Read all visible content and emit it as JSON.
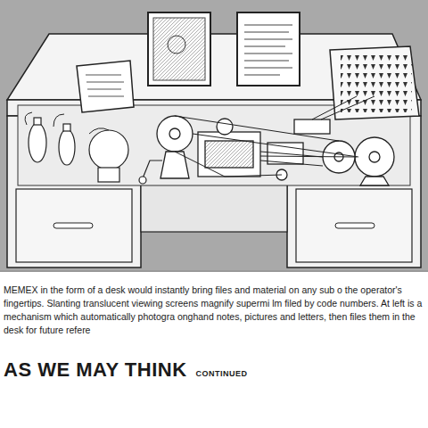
{
  "diagram": {
    "title": "AS WE MAY THINK",
    "caption": "MEMEX in the form of a desk would instantly bring files and material on any sub o the operator's fingertips. Slanting translucent viewing screens magnify supermi lm filed by code numbers. At left is a mechanism which automatically photogra onghand notes, pictures and letters, then files them in the desk for future refere",
    "labels": [
      "CONTINUED"
    ]
  }
}
